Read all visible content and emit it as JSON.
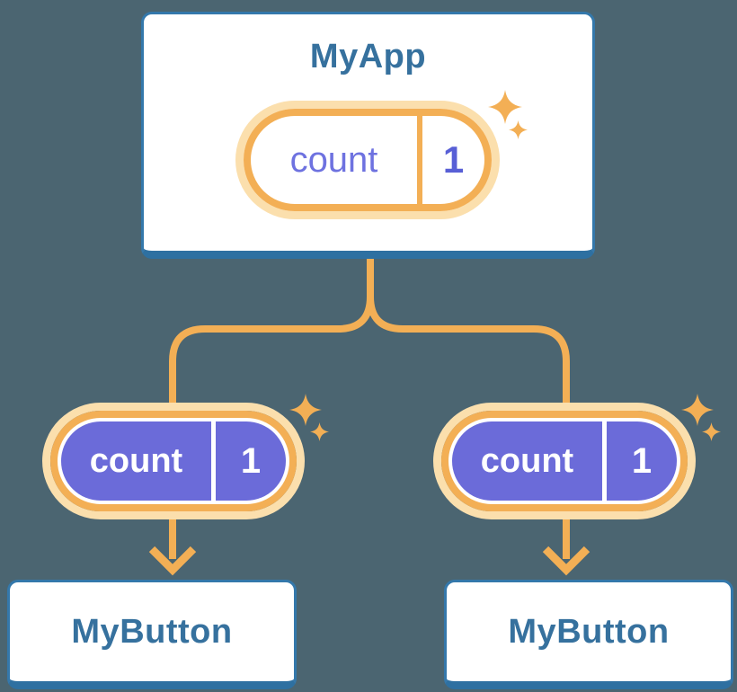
{
  "colors": {
    "bg": "#4B6571",
    "amber": "#F3AF55",
    "pale_amber": "#FBDFAD",
    "purple": "#6B6BD9",
    "count_purple": "#6E72E0",
    "value_purple": "#585FD6",
    "blue_text": "#36719E",
    "card_border": "#3478AB",
    "card_edge": "#2E70A1",
    "card_bg": "#FFFFFF"
  },
  "tree": {
    "root": {
      "title": "MyApp",
      "state": {
        "name": "count",
        "value": "1"
      }
    },
    "children": [
      {
        "title": "MyButton",
        "prop": {
          "name": "count",
          "value": "1"
        }
      },
      {
        "title": "MyButton",
        "prop": {
          "name": "count",
          "value": "1"
        }
      }
    ]
  }
}
